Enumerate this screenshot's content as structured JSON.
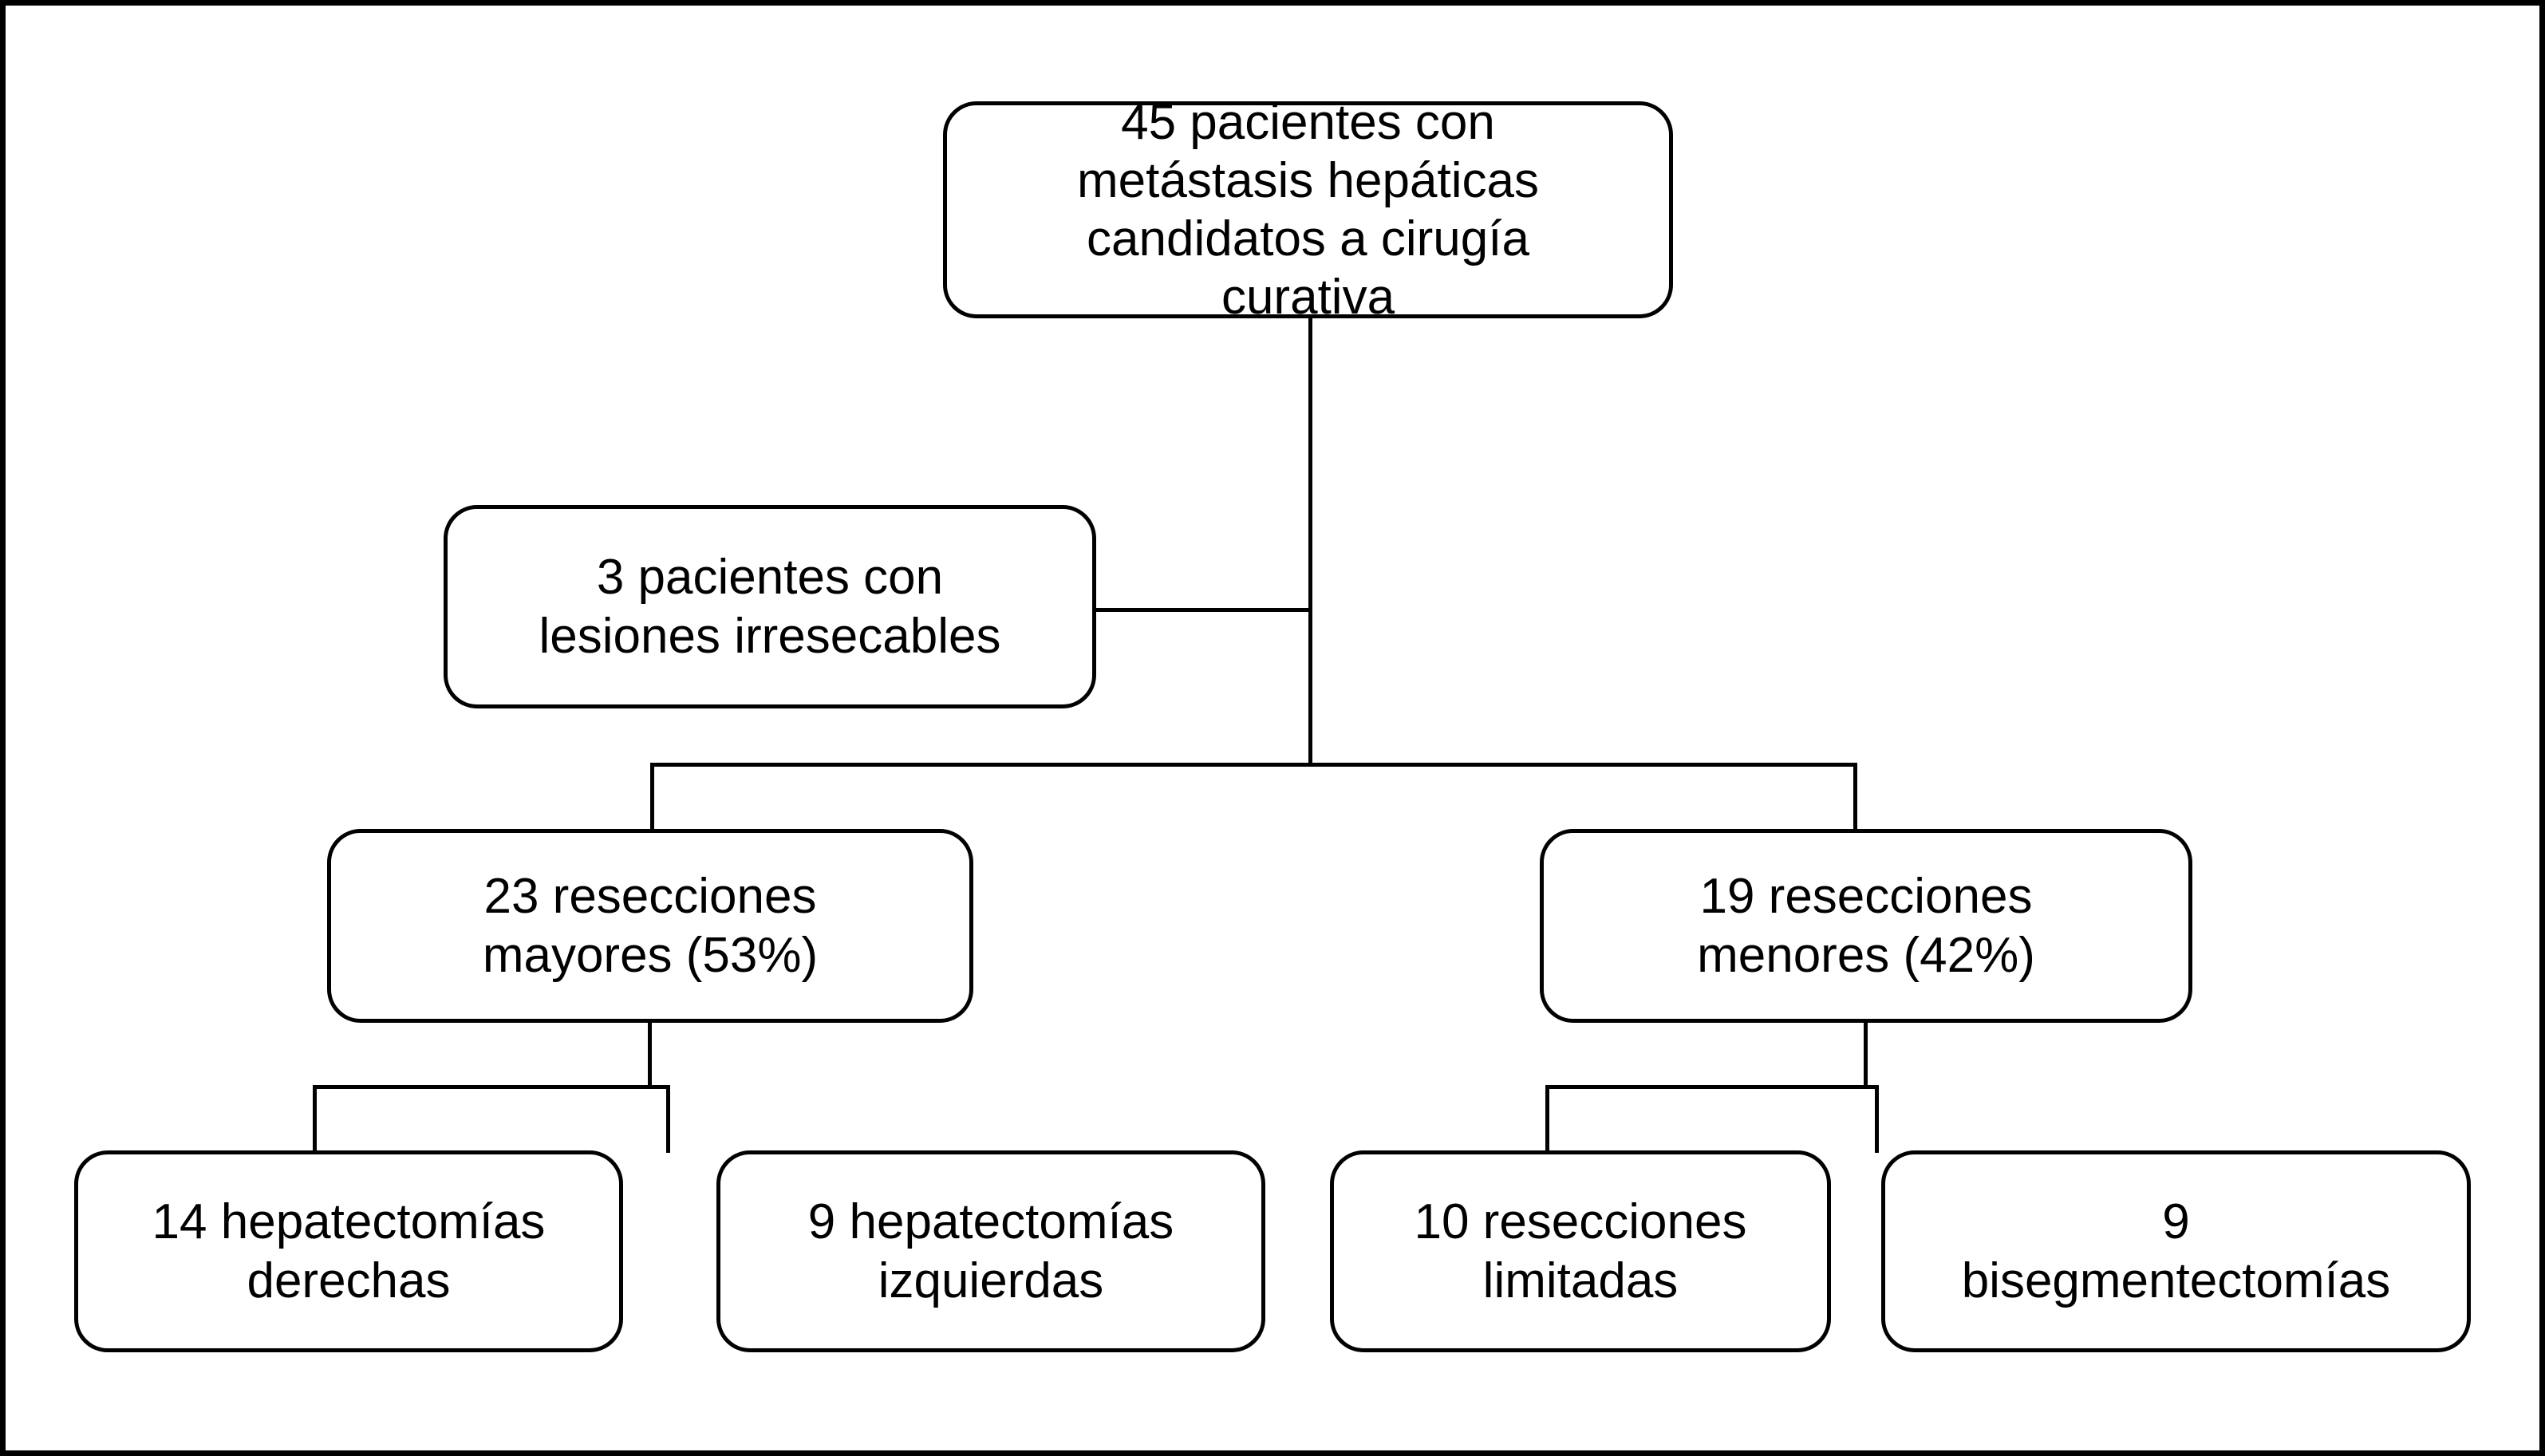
{
  "diagram": {
    "title": "",
    "language": "es",
    "type": "flowchart",
    "colors": {
      "background": "#ffffff",
      "stroke": "#000000",
      "text": "#000000"
    },
    "nodes": {
      "root": {
        "id": "root",
        "label": "45 pacientes con\nmetástasis hepáticas\ncandidatos a cirugía\ncurativa",
        "count": 45
      },
      "unresectable": {
        "id": "unresectable",
        "label": "3 pacientes con\nlesiones irresecables",
        "count": 3
      },
      "major": {
        "id": "major",
        "label": "23 resecciones\nmayores (53%)",
        "count": 23,
        "percent": "53%"
      },
      "minor": {
        "id": "minor",
        "label": "19 resecciones\nmenores (42%)",
        "count": 19,
        "percent": "42%"
      },
      "right_hepatectomy": {
        "id": "right_hepatectomy",
        "label": "14 hepatectomías\nderechas",
        "count": 14
      },
      "left_hepatectomy": {
        "id": "left_hepatectomy",
        "label": "9 hepatectomías\nizquierdas",
        "count": 9
      },
      "limited_resection": {
        "id": "limited_resection",
        "label": "10 resecciones\nlimitadas",
        "count": 10
      },
      "bisegmentectomy": {
        "id": "bisegmentectomy",
        "label": "9\nbisegmentectomías",
        "count": 9
      }
    },
    "edges": [
      {
        "from": "root",
        "to": "unresectable"
      },
      {
        "from": "root",
        "to": "major"
      },
      {
        "from": "root",
        "to": "minor"
      },
      {
        "from": "major",
        "to": "right_hepatectomy"
      },
      {
        "from": "major",
        "to": "left_hepatectomy"
      },
      {
        "from": "minor",
        "to": "limited_resection"
      },
      {
        "from": "minor",
        "to": "bisegmentectomy"
      }
    ]
  }
}
